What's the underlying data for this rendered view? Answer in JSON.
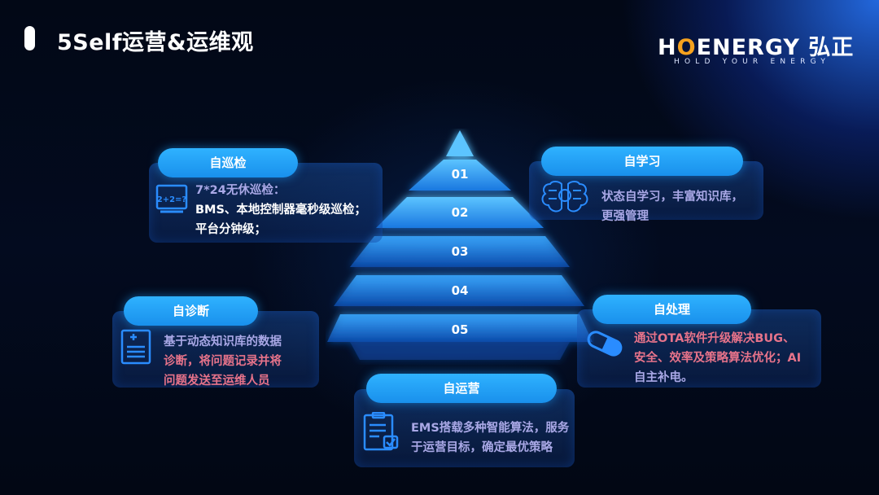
{
  "header": {
    "title": "5Self运营&运维观"
  },
  "logo": {
    "main_pre": "H",
    "main_o": "O",
    "main_post": "ENERGY 弘正",
    "tagline": "HOLD YOUR ENERGY"
  },
  "pyramid": {
    "tiers": [
      "01",
      "02",
      "03",
      "04",
      "05"
    ]
  },
  "cards": {
    "self_patrol": {
      "title": "自巡检",
      "line1": "7*24无休巡检：",
      "line2": "BMS、本地控制器毫秒级巡检；",
      "line3": "平台分钟级；",
      "icon": "blackboard-icon"
    },
    "self_learning": {
      "title": "自学习",
      "line1": "状态自学习，丰富知识库，",
      "line2": "更强管理",
      "icon": "brain-chip-icon"
    },
    "self_diagnosis": {
      "title": "自诊断",
      "line1": "基于动态知识库的数据",
      "line2": "诊断，将问题记录并将",
      "line3": "问题发送至运维人员",
      "icon": "medical-record-icon"
    },
    "self_processing": {
      "title": "自处理",
      "line1": "通过OTA软件升级解决BUG、",
      "line2": "安全、效率及策略算法优化；AI",
      "line3": "自主补电。",
      "icon": "capsule-icon"
    },
    "self_operation": {
      "title": "自运营",
      "line1": "EMS搭载多种智能算法，服务",
      "line2": "于运营目标，确定最优策略",
      "icon": "clipboard-checklist-icon"
    }
  },
  "colors": {
    "accent": "#1990ec",
    "text_blue": "#2a8cff",
    "text_lavender": "#a9a8e6",
    "text_pink": "#e7738a"
  }
}
